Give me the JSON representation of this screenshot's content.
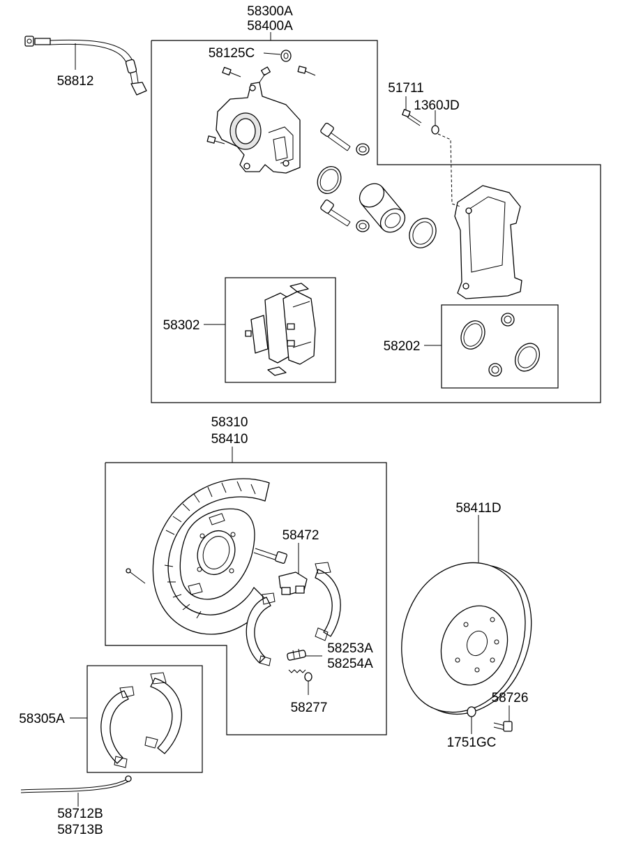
{
  "diagram": {
    "labels": {
      "p58300A": "58300A",
      "p58400A": "58400A",
      "p58812": "58812",
      "p58125C": "58125C",
      "p51711": "51711",
      "p1360JD": "1360JD",
      "p58302": "58302",
      "p58202": "58202",
      "p58310": "58310",
      "p58410": "58410",
      "p58472": "58472",
      "p58411D": "58411D",
      "p58253A": "58253A",
      "p58254A": "58254A",
      "p58277": "58277",
      "p58305A": "58305A",
      "p58726": "58726",
      "p1751GC": "1751GC",
      "p58712B": "58712B",
      "p58713B": "58713B"
    }
  }
}
